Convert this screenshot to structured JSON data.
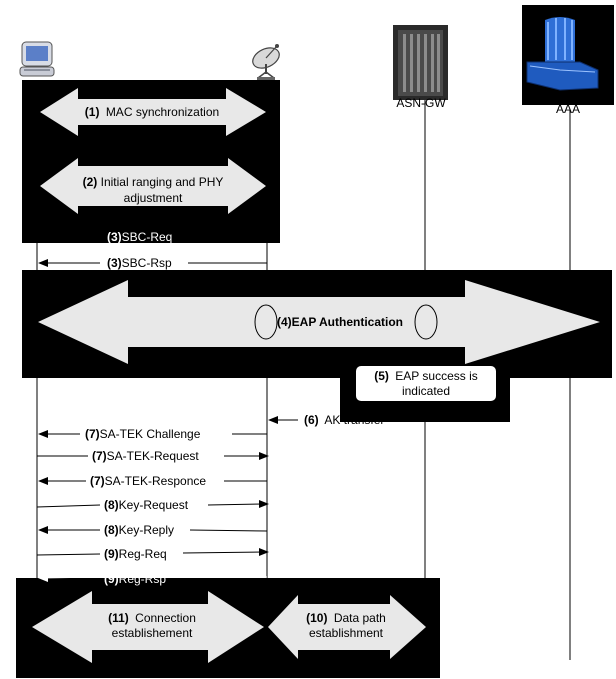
{
  "entities": [
    {
      "id": "ms",
      "icon": "computer-icon",
      "caption": ""
    },
    {
      "id": "bs",
      "icon": "satellite-dish-icon",
      "caption": ""
    },
    {
      "id": "asn_gw",
      "icon": "server-rack-icon",
      "caption": "ASN-GW"
    },
    {
      "id": "aaa",
      "icon": "supercomputer-icon",
      "caption": "AAA"
    }
  ],
  "steps": {
    "mac_sync": {
      "num": "(1)",
      "text": "MAC synchronization"
    },
    "ranging": {
      "num": "(2)",
      "text": "Initial ranging and PHY",
      "text2": "adjustment"
    },
    "sbc_req": {
      "num": "(3)",
      "text": "SBC-Req"
    },
    "sbc_rsp": {
      "num": "(3)",
      "text": "SBC-Rsp"
    },
    "eap_auth": {
      "num": "(4)",
      "text": "EAP Authentication"
    },
    "eap_success": {
      "num": "(5)",
      "text": "EAP success is",
      "text2": "indicated"
    },
    "ak_transfer": {
      "num": "(6)",
      "text": "AK transfer"
    },
    "satek_challenge": {
      "num": "(7)",
      "text": "SA-TEK Challenge"
    },
    "satek_request": {
      "num": "(7)",
      "text": "SA-TEK-Request"
    },
    "satek_response": {
      "num": "(7)",
      "text": "SA-TEK-Responce"
    },
    "key_request": {
      "num": "(8)",
      "text": "Key-Request"
    },
    "key_reply": {
      "num": "(8)",
      "text": "Key-Reply"
    },
    "reg_req": {
      "num": "(9)",
      "text": "Reg-Req"
    },
    "reg_rsp": {
      "num": "(9)",
      "text": "Reg-Rsp"
    },
    "data_path": {
      "num": "(10)",
      "text": "Data path",
      "text2": "establishment"
    },
    "connection": {
      "num": "(11)",
      "text": "Connection",
      "text2": "establishement"
    }
  },
  "colors": {
    "block": "#000000",
    "arrow_fill": "#e8e8e8",
    "line": "#000000"
  }
}
